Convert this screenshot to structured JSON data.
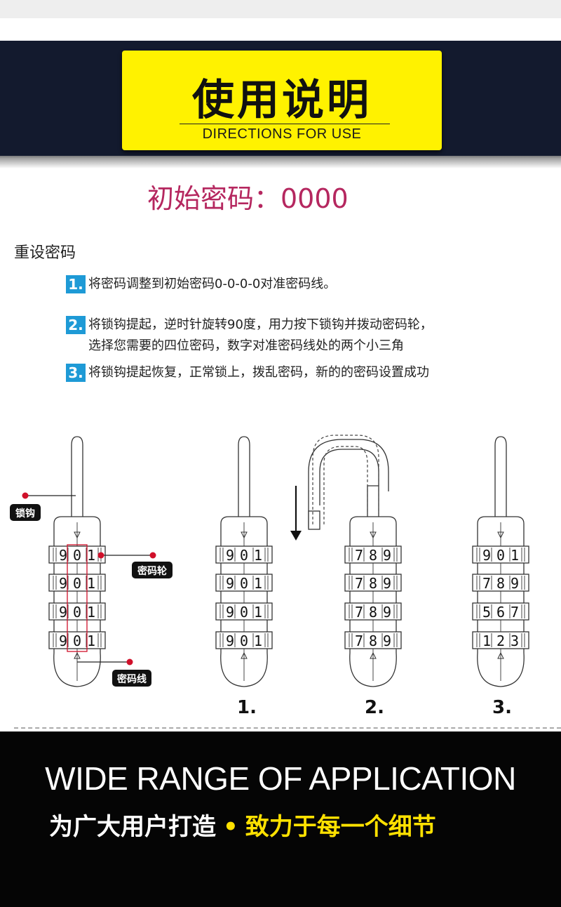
{
  "header": {
    "title": "使用说明",
    "subtitle": "DIRECTIONS FOR USE"
  },
  "initial_password": "初始密码：0000",
  "reset": {
    "title": "重设密码",
    "steps": [
      {
        "num": "1.",
        "text": "将密码调整到初始密码0-0-0-0对准密码线。"
      },
      {
        "num": "2.",
        "text": "将锁钩提起，逆时针旋转90度，用力按下锁钩并拨动密码轮，",
        "text2": "选择您需要的四位密码，数字对准密码线处的两个小三角"
      },
      {
        "num": "3.",
        "text": "将锁钩提起恢复，正常锁上，拨乱密码，新的的密码设置成功"
      }
    ]
  },
  "diagram": {
    "labels": {
      "shackle": "锁钩",
      "wheel": "密码轮",
      "line": "密码线"
    },
    "step_labels": [
      "1.",
      "2.",
      "3."
    ],
    "locks": [
      {
        "rows": [
          [
            "9",
            "0",
            "1"
          ],
          [
            "9",
            "0",
            "1"
          ],
          [
            "9",
            "0",
            "1"
          ],
          [
            "9",
            "0",
            "1"
          ]
        ]
      },
      {
        "rows": [
          [
            "9",
            "0",
            "1"
          ],
          [
            "9",
            "0",
            "1"
          ],
          [
            "9",
            "0",
            "1"
          ],
          [
            "9",
            "0",
            "1"
          ]
        ]
      },
      {
        "rows": [
          [
            "7",
            "8",
            "9"
          ],
          [
            "7",
            "8",
            "9"
          ],
          [
            "7",
            "8",
            "9"
          ],
          [
            "7",
            "8",
            "9"
          ]
        ]
      },
      {
        "rows": [
          [
            "9",
            "0",
            "1"
          ],
          [
            "7",
            "8",
            "9"
          ],
          [
            "5",
            "6",
            "7"
          ],
          [
            "1",
            "2",
            "3"
          ]
        ]
      }
    ],
    "colors": {
      "marker": "#d0102a",
      "label_bg": "#111111"
    }
  },
  "footer": {
    "title": "WIDE RANGE OF APPLICATION",
    "left": "为广大用户打造",
    "dot": "•",
    "right": "致力于每一个细节"
  }
}
